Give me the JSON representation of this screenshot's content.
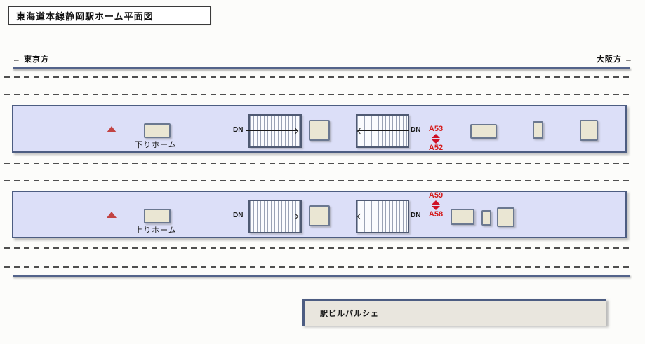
{
  "header": {
    "title": "東海道本線静岡駅ホーム平面図",
    "direction_left": "← 東京方",
    "direction_right": "大阪方 →"
  },
  "platforms": [
    {
      "label": "下りホーム",
      "stairs": [
        {
          "label": "DN",
          "direction": "right"
        },
        {
          "label": "DN",
          "direction": "left"
        }
      ],
      "markers": {
        "top": "A53",
        "bottom": "A52"
      }
    },
    {
      "label": "上りホーム",
      "stairs": [
        {
          "label": "DN",
          "direction": "right"
        },
        {
          "label": "DN",
          "direction": "left"
        }
      ],
      "markers": {
        "top": "A59",
        "bottom": "A58"
      }
    }
  ],
  "building": {
    "label": "駅ビルパルシェ"
  },
  "colors": {
    "platform_fill": "#dcdff8",
    "platform_border": "#4d5d82",
    "box_fill": "#eae6d3",
    "box_border": "#6b7890",
    "marker_red": "#d41a1a",
    "triangle_red": "#c24343",
    "line_dark": "#53638a",
    "dash_color": "#4f4f4f",
    "building_fill": "#e9e6de"
  }
}
